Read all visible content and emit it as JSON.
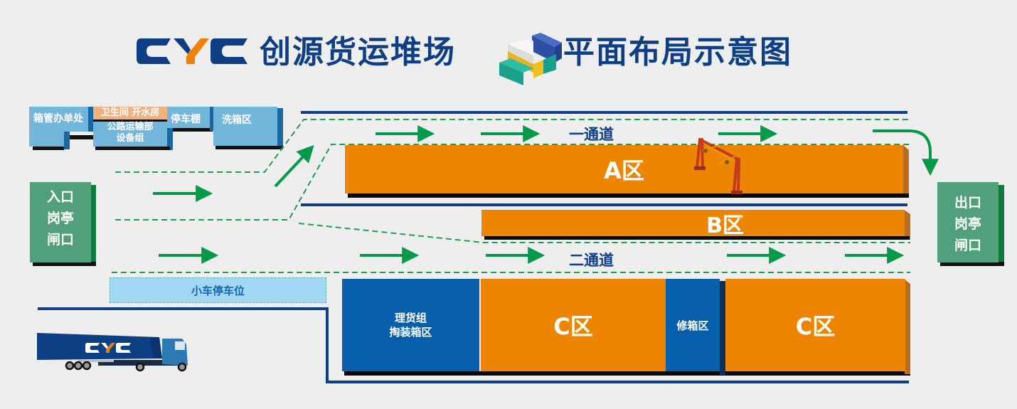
{
  "header": {
    "logo_text": "CYC",
    "title_left": "创源货运堆场",
    "title_right": "平面布局示意图",
    "container_icon": "container-stack-icon",
    "brand_colors": {
      "navy": "#0e3f86",
      "orange": "#ef8200"
    }
  },
  "facilities": {
    "box_office": "箱管办单处",
    "restroom_water": "卫生间 开水房",
    "transport_dept": [
      "公路运输部",
      "设备组"
    ],
    "carport": "停车棚",
    "wash_area": "洗箱区"
  },
  "gates": {
    "entrance": [
      "入口",
      "岗亭",
      "闸口"
    ],
    "exit": [
      "出口",
      "岗亭",
      "闸口"
    ]
  },
  "roads": {
    "lane_1": "一通道",
    "lane_2": "二通道"
  },
  "zones": {
    "a": "A区",
    "b": "B区",
    "c_left": "C区",
    "c_right": "C区",
    "tally": [
      "理货组",
      "掏装箱区"
    ],
    "repair": "修箱区"
  },
  "parking": {
    "small_car": "小车停车位"
  },
  "truck": {
    "logo_text": "CYC"
  },
  "colors": {
    "zone_orange": "#ee8500",
    "zone_blue": "#075fac",
    "gate_green": "#52a079",
    "arrow_green": "#05994a",
    "road_navy": "#0e3f86",
    "facility_blue": "#72b6dc",
    "restroom_peach": "#efb27f"
  }
}
